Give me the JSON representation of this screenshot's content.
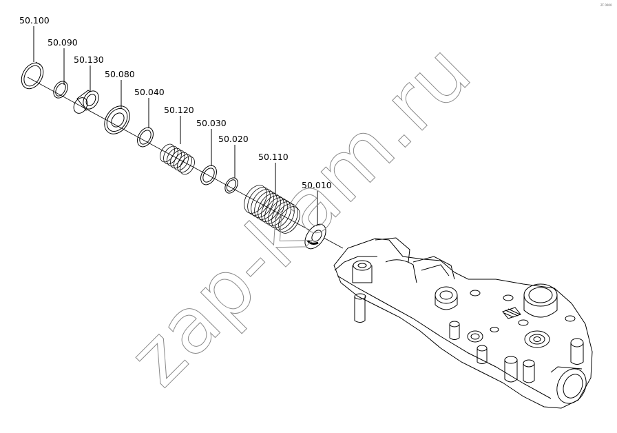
{
  "watermark": "zap-kam.ru",
  "corner_mark": "ZF 0000",
  "parts": [
    {
      "id": "50.100"
    },
    {
      "id": "50.090"
    },
    {
      "id": "50.130"
    },
    {
      "id": "50.080"
    },
    {
      "id": "50.040"
    },
    {
      "id": "50.120"
    },
    {
      "id": "50.030"
    },
    {
      "id": "50.020"
    },
    {
      "id": "50.110"
    },
    {
      "id": "50.010"
    }
  ]
}
